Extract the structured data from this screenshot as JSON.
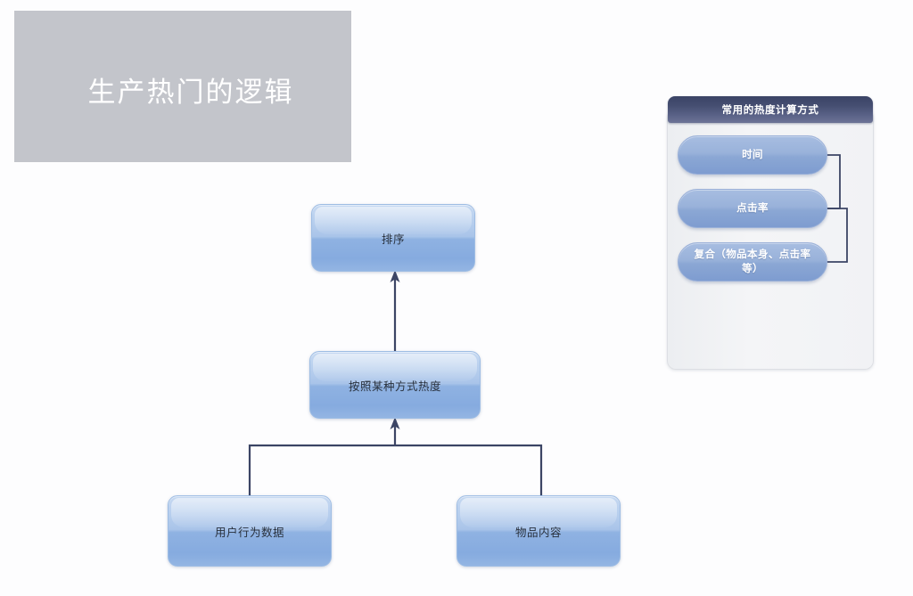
{
  "slide": {
    "title": "生产热门的逻辑",
    "background_color": "#fdfdfe",
    "title_banner_color": "#c3c5cb",
    "title_text_color": "#ffffff"
  },
  "flowchart": {
    "accent_color": "#8fb2e2",
    "connector_color": "#3c4565",
    "nodes": [
      {
        "id": "sort",
        "label": "排序",
        "level": "top"
      },
      {
        "id": "heat",
        "label": "按照某种方式热度",
        "level": "middle"
      },
      {
        "id": "behavior",
        "label": "用户行为数据",
        "level": "bottom-left"
      },
      {
        "id": "content",
        "label": "物品内容",
        "level": "bottom-right"
      }
    ],
    "edges": [
      {
        "from": "heat",
        "to": "sort",
        "arrow": true
      },
      {
        "from": "behavior",
        "to": "heat",
        "arrow": true
      },
      {
        "from": "content",
        "to": "heat",
        "arrow": true
      }
    ]
  },
  "calc_panel": {
    "header": "常用的热度计算方式",
    "header_color": "#454e71",
    "body_color": "#f1f2f5",
    "items": [
      {
        "id": "time",
        "label": "时间"
      },
      {
        "id": "ctr",
        "label": "点击率"
      },
      {
        "id": "compound",
        "label": "复合（物品本身、点击率等）"
      }
    ]
  }
}
